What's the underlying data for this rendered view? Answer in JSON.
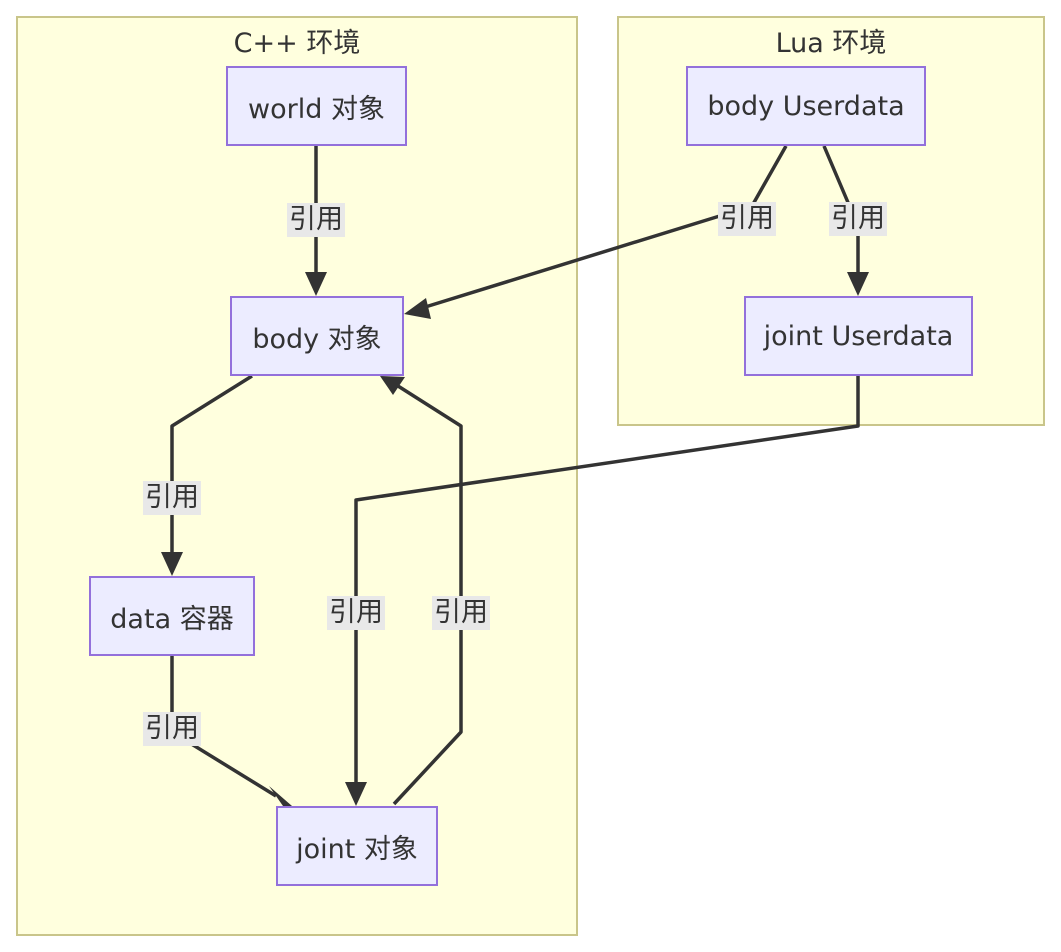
{
  "clusters": {
    "cpp": {
      "title": "C++ 环境"
    },
    "lua": {
      "title": "Lua 环境"
    }
  },
  "nodes": {
    "world": "world 对象",
    "body": "body 对象",
    "data": "data 容器",
    "joint": "joint 对象",
    "body_ud": "body Userdata",
    "joint_ud": "joint Userdata"
  },
  "edges": {
    "world_body": "引用",
    "body_data": "引用",
    "data_joint": "引用",
    "joint_body": "引用",
    "bodyud_body": "引用",
    "bodyud_jointud": "引用",
    "jointud_joint": "引用"
  },
  "colors": {
    "cluster_fill": "#ffffde",
    "cluster_border": "#c9c58a",
    "node_fill": "#ececff",
    "node_border": "#9370db",
    "edge": "#333333",
    "label_bg": "#e8e8e8"
  }
}
